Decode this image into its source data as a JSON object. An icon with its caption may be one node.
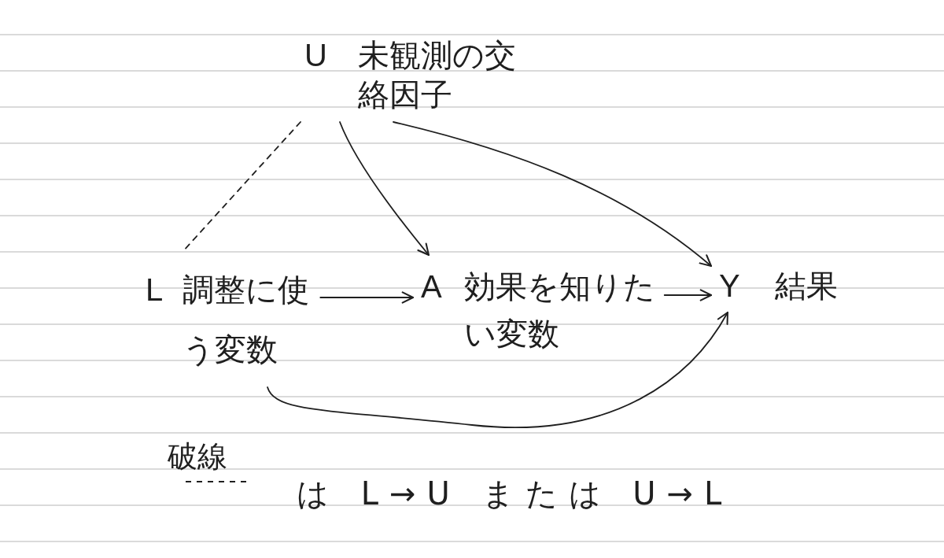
{
  "diagram": {
    "nodes": [
      {
        "text": [
          "U",
          "未観測の交絡因子"
        ]
      },
      {
        "text": [
          "L",
          "調整に使う変数"
        ]
      },
      {
        "text": [
          "A",
          "効果を知りたい変数"
        ]
      },
      {
        "text": [
          "Y",
          "結果"
        ]
      }
    ],
    "edges": [
      {
        "from": 0,
        "to": 2,
        "arrow": "to"
      },
      {
        "from": 0,
        "to": 3,
        "arrow": "to"
      },
      {
        "from": 0,
        "to": 1,
        "arrow": "none",
        "style": "dashed"
      },
      {
        "from": 1,
        "to": 2,
        "arrow": "to"
      },
      {
        "from": 2,
        "to": 3,
        "arrow": "to"
      },
      {
        "from": 1,
        "to": 3,
        "arrow": "to"
      }
    ],
    "labels": [
      "は L→U または U→L"
    ],
    "legend": [
      {
        "text": "破線"
      }
    ]
  }
}
